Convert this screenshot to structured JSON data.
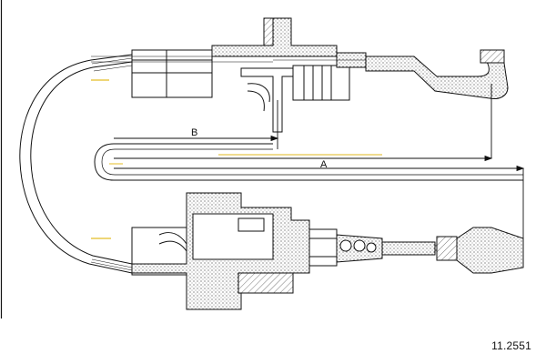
{
  "drawing": {
    "dimension_labels": {
      "a": "A",
      "b": "B"
    },
    "part_number": "11.2551",
    "colors": {
      "ink": "#111111",
      "hatch": "#444444",
      "accent": "#e8c84a"
    }
  }
}
